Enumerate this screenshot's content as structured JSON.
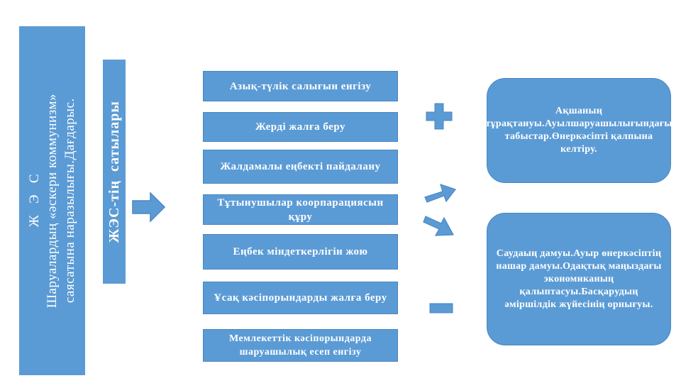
{
  "left_bar": {
    "line1": "Ж   Э   С",
    "line2": "Шаруалардың «әскери коммунизм»",
    "line3": "саясатына наразылығы.Дағдарыс."
  },
  "second_bar": {
    "text": "ЖЭС-тің  сатылары"
  },
  "actions": [
    "Азық-түлік салығын енгізу",
    "Жерді жалға беру",
    "Жалдамалы еңбекті пайдалану",
    "Тұтынушылар коорпарациясын құру",
    "Еңбек міндеткерлігін жою",
    "Ұсақ кәсіпорындарды жалға беру",
    "Мемлекеттік кәсіпорындарда шаруашылық есеп енгізу"
  ],
  "results": {
    "positive": "Ақшаның тұрақтануы.Ауылшаруашылығындағы табыстар.Өнеркәсіпті қалпына келтіру.",
    "negative": "Саудаың дамуы.Ауыр өнеркәсіптің нашар дамуы.Одақтық маңыздағы экономиканың қалыптасуы.Басқарудың әміршілдік жүйесінің орнығуы."
  },
  "colors": {
    "box": "#5b9bd5",
    "text": "#ffffff",
    "background": "#ffffff"
  },
  "icons": [
    "plus-icon",
    "minus-icon",
    "right-arrow-icon",
    "up-right-arrow-icon",
    "down-right-arrow-icon"
  ]
}
